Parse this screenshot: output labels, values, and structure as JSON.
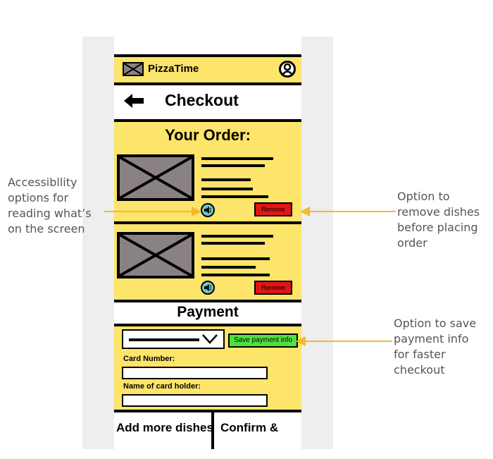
{
  "header": {
    "brand": "PizzaTime"
  },
  "page": {
    "title": "Checkout"
  },
  "order": {
    "title": "Your Order:",
    "dishes": [
      {
        "remove_label": "Remove"
      },
      {
        "remove_label": "Remove"
      }
    ]
  },
  "payment": {
    "title": "Payment",
    "save_label": "Save payment info",
    "card_number_label": "Card Number:",
    "card_number_value": "",
    "holder_label": "Name of card holder:",
    "holder_value": ""
  },
  "footer": {
    "add_more": "Add more dishes",
    "confirm": "Confirm & pay"
  },
  "annotations": {
    "accessibility": [
      "Accessibllity",
      "options for",
      "reading what’s",
      "on the screen"
    ],
    "remove": [
      "Option to",
      "remove dishes",
      "before placing",
      "order"
    ],
    "save": [
      "Option to save",
      "payment info",
      "for faster",
      "checkout"
    ]
  },
  "colors": {
    "accent_yellow": "#fde46a",
    "remove_red": "#e01616",
    "save_green": "#4fe03f",
    "annotation_arrow": "#f5b82e"
  }
}
